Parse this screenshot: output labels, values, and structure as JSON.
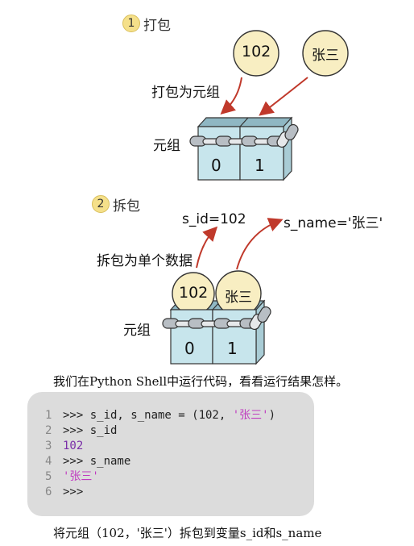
{
  "step1": {
    "number": "1",
    "title": "打包"
  },
  "pack": {
    "value_a": "102",
    "value_b": "张三",
    "arrow_label": "打包为元组",
    "tuple_label": "元组",
    "index_0": "0",
    "index_1": "1"
  },
  "step2": {
    "number": "2",
    "title": "拆包"
  },
  "unpack": {
    "var_a": "s_id=102",
    "var_b": "s_name='张三'",
    "arrow_label": "拆包为单个数据",
    "value_a": "102",
    "value_b": "张三",
    "tuple_label": "元组",
    "index_0": "0",
    "index_1": "1"
  },
  "intro_text": "我们在Python Shell中运行代码，看看运行结果怎样。",
  "code": {
    "lines": [
      {
        "num": "1",
        "text": ">>> s_id, s_name = (102, ",
        "str": "'张三'",
        "tail": ")"
      },
      {
        "num": "2",
        "text": ">>> s_id"
      },
      {
        "num": "3",
        "num_val": "102"
      },
      {
        "num": "4",
        "text": ">>> s_name"
      },
      {
        "num": "5",
        "str": "'张三'"
      },
      {
        "num": "6",
        "text": ">>>"
      }
    ]
  },
  "caption_text": "将元组（102，'张三'）拆包到变量s_id和s_name",
  "colors": {
    "box_front": "#c7e5ec",
    "box_top": "#8fb7c3",
    "circle_fill": "#f8eec2",
    "arrow": "#c0392b",
    "chain": "#9aa0a6"
  }
}
